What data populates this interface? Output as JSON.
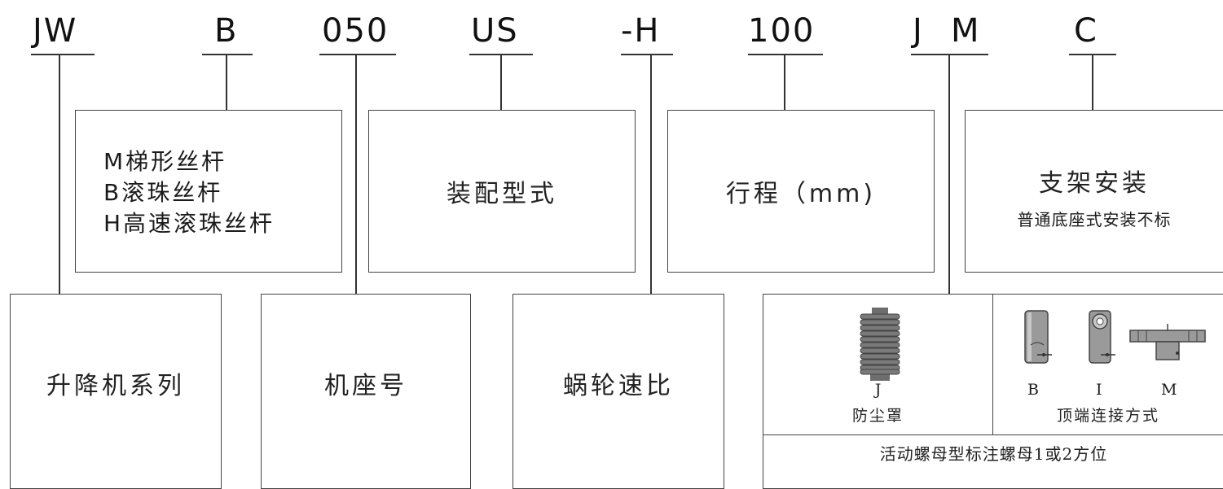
{
  "codes": {
    "jw": "JW",
    "b": "B",
    "size": "050",
    "us": "US",
    "h": "-H",
    "stroke": "100",
    "j": "J",
    "m": "M",
    "c": "C"
  },
  "upper_boxes": {
    "screw_type": {
      "line1": "M梯形丝杆",
      "line2": "B滚珠丝杆",
      "line3": "H高速滚珠丝杆"
    },
    "assembly_type": "装配型式",
    "stroke": "行程（mm)",
    "mounting": {
      "title": "支架安装",
      "note": "普通底座式安装不标"
    }
  },
  "lower_boxes": {
    "series": "升降机系列",
    "frame_size": "机座号",
    "worm_ratio": "蜗轮速比",
    "dust_cover": {
      "code": "J",
      "label": "防尘罩",
      "icon": "bellows-icon"
    },
    "top_end": {
      "options": [
        "B",
        "I",
        "M"
      ],
      "label": "顶端连接方式",
      "icons": [
        "end-b-icon",
        "end-i-icon",
        "end-m-icon"
      ]
    },
    "nut_note": "活动螺母型标注螺母1或2方位"
  },
  "colors": {
    "line": "#333333",
    "text": "#1a1a1a",
    "icon_fill": "#9a9a9a"
  }
}
